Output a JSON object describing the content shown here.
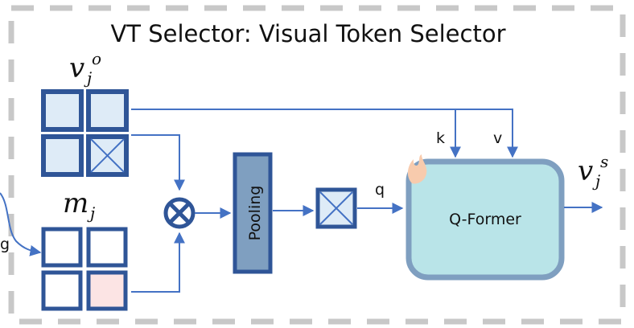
{
  "diagram": {
    "title": "VT Selector: Visual Token Selector",
    "labels": {
      "v_o_main": "v",
      "v_o_sub": "j",
      "v_o_sup": "o",
      "m_main": "m",
      "m_sub": "j",
      "v_s_main": "v",
      "v_s_sub": "j",
      "v_s_sup": "s",
      "edge_partial": "g"
    },
    "blocks": {
      "pooling": "Pooling",
      "qformer": "Q-Former"
    },
    "edges": {
      "k": "k",
      "v": "v",
      "q": "q"
    },
    "nodes": {
      "multiply_symbol": "⊗"
    },
    "colors": {
      "frame_dash": "#c8c8c8",
      "stroke_dark": "#2f5597",
      "arrow": "#4472c4",
      "token_fill": "#deebf7",
      "mask_highlight": "#fce4e4",
      "pooling_fill": "#7f9fc0",
      "qformer_fill": "#b9e4e8",
      "qformer_border": "#7f9fc0",
      "flame": "#f8cbad"
    }
  }
}
